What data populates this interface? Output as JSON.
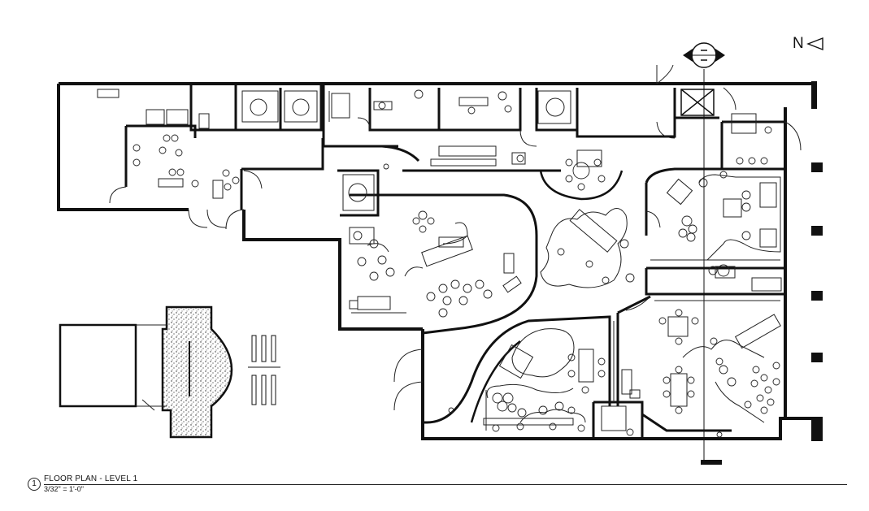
{
  "drawing": {
    "north_label": "N",
    "view_number": "1",
    "view_title": "FLOOR PLAN - LEVEL 1",
    "view_scale": "3/32\" = 1'-0\""
  },
  "colors": {
    "ink": "#111111",
    "paper": "#ffffff"
  },
  "icons": {
    "north_arrow": "triangle-outline-icon",
    "section_marker": "section-bubble-icon"
  }
}
